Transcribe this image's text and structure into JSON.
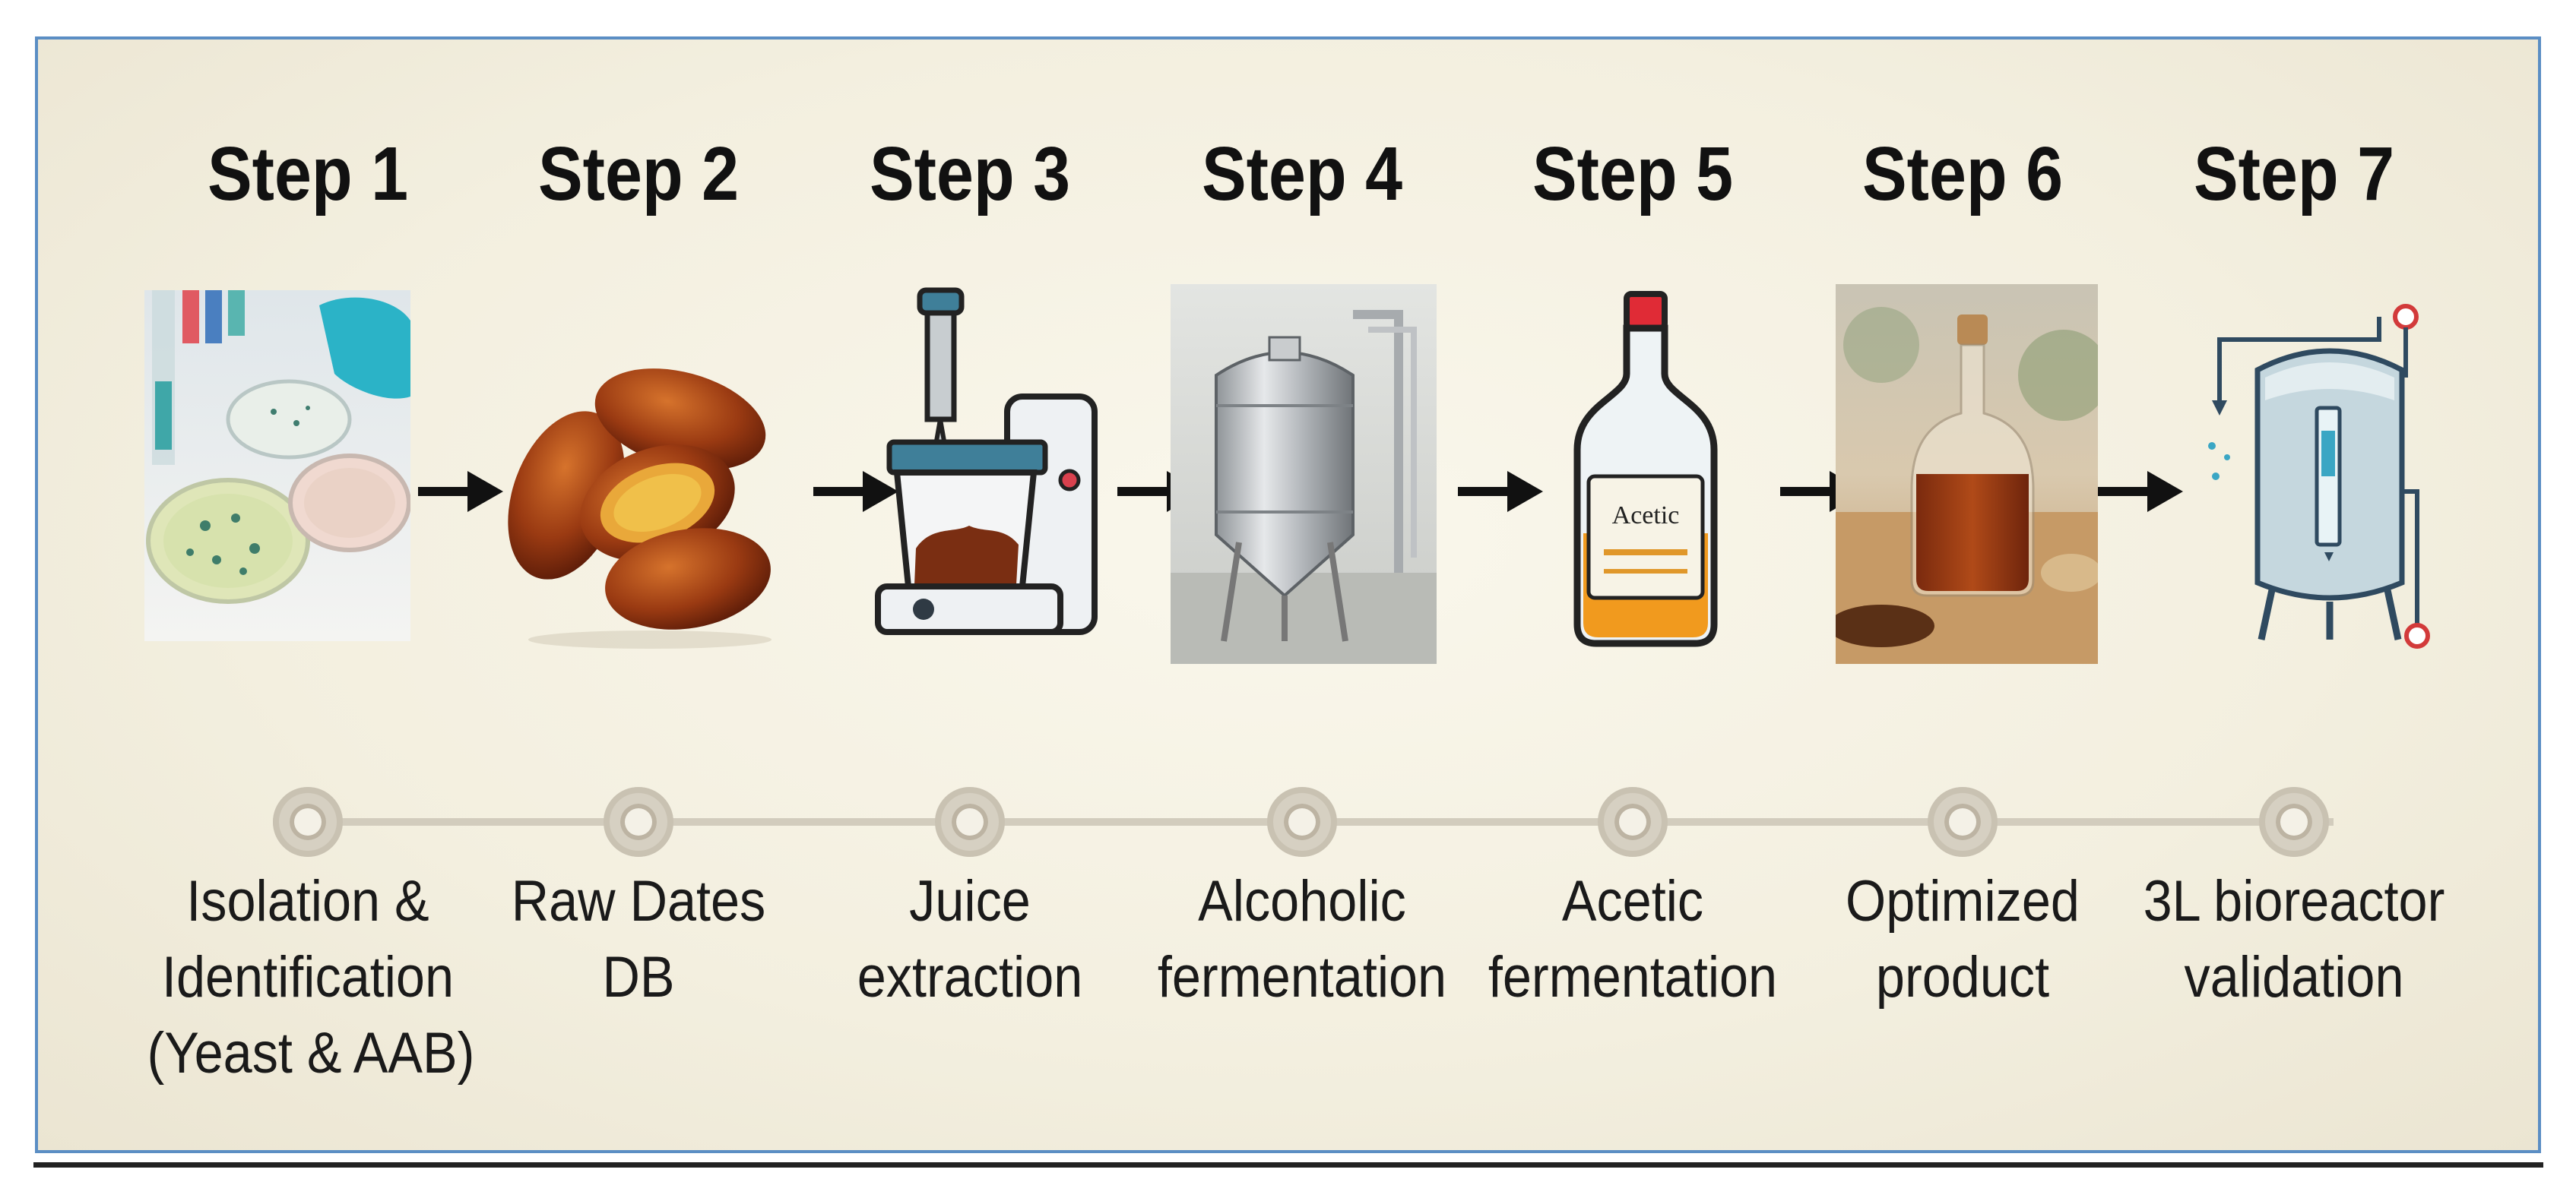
{
  "steps": [
    {
      "title": "Step 1",
      "caption": [
        "Isolation &",
        "Identification",
        "(Yeast & AAB)"
      ],
      "icon": "petri-dish-icon"
    },
    {
      "title": "Step 2",
      "caption": [
        "Raw Dates",
        "DB"
      ],
      "icon": "dates-icon"
    },
    {
      "title": "Step 3",
      "caption": [
        "Juice",
        "extraction"
      ],
      "icon": "juicer-icon"
    },
    {
      "title": "Step 4",
      "caption": [
        "Alcoholic",
        "fermentation"
      ],
      "icon": "fermentation-tank-icon"
    },
    {
      "title": "Step 5",
      "caption": [
        "Acetic",
        "fermentation"
      ],
      "icon": "acetic-bottle-icon",
      "label": "Acetic"
    },
    {
      "title": "Step 6",
      "caption": [
        "Optimized",
        "product"
      ],
      "icon": "vinegar-flask-icon"
    },
    {
      "title": "Step 7",
      "caption": [
        "3L bioreactor",
        "validation"
      ],
      "icon": "bioreactor-icon"
    }
  ],
  "colors": {
    "border": "#5b8ec4",
    "arrow": "#111111",
    "node": "#d6d0c2"
  }
}
